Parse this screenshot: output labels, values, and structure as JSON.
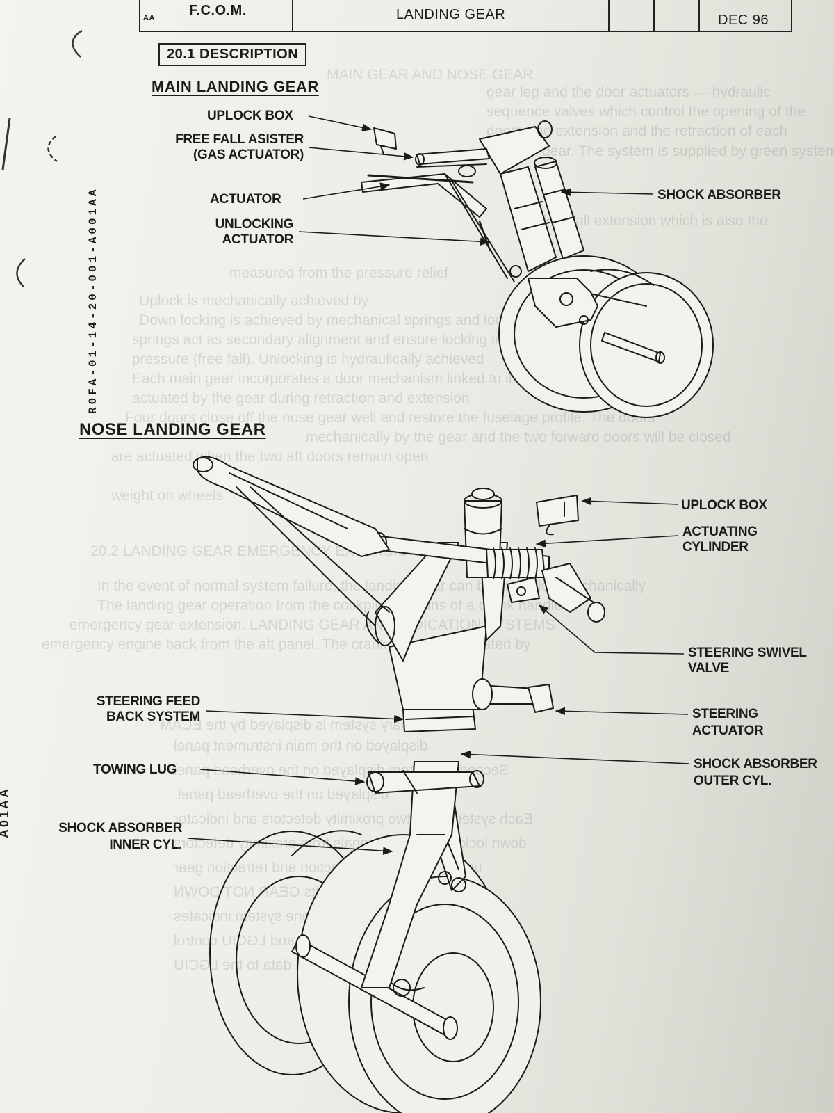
{
  "header": {
    "manual": "F.C.O.M.",
    "manual_sub": "AA",
    "chapter": "LANDING GEAR",
    "date": "DEC 96"
  },
  "section_title": "20.1 DESCRIPTION",
  "main_gear": {
    "heading": "MAIN LANDING GEAR",
    "labels": {
      "uplock_box": "UPLOCK BOX",
      "free_fall_1": "FREE FALL ASISTER",
      "free_fall_2": "(GAS ACTUATOR)",
      "actuator": "ACTUATOR",
      "unlocking_1": "UNLOCKING",
      "unlocking_2": "ACTUATOR",
      "shock_absorber": "SHOCK ABSORBER"
    }
  },
  "nose_gear": {
    "heading": "NOSE LANDING GEAR",
    "labels": {
      "uplock_box": "UPLOCK BOX",
      "actuating_1": "ACTUATING",
      "actuating_2": "CYLINDER",
      "swivel_1": "STEERING SWIVEL",
      "swivel_2": "VALVE",
      "feed_1": "STEERING FEED",
      "feed_2": "BACK SYSTEM",
      "steer_act_1": "STEERING",
      "steer_act_2": "ACTUATOR",
      "towing_lug": "TOWING LUG",
      "outer_1": "SHOCK ABSORBER",
      "outer_2": "OUTER CYL.",
      "inner_1": "SHOCK ABSORBER",
      "inner_2": "INNER CYL."
    }
  },
  "figure_code": "R0FA-01-14-20-001-A001AA",
  "edge_mark": "A01AA"
}
